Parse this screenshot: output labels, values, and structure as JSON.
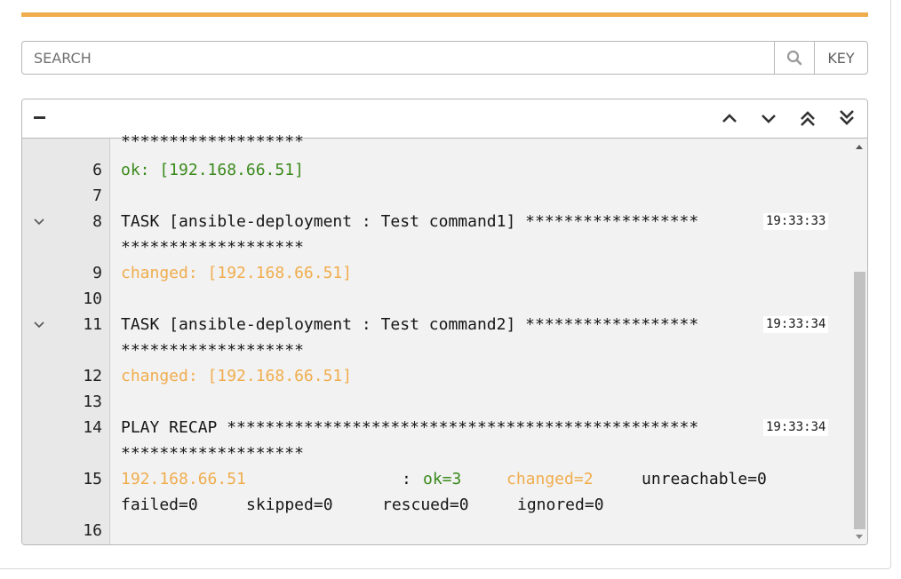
{
  "search": {
    "placeholder": "SEARCH",
    "key_label": "KEY"
  },
  "icons": {
    "search": "search-icon",
    "collapse": "minus-icon",
    "prev": "chevron-up-icon",
    "next": "chevron-down-icon",
    "first": "double-chevron-up-icon",
    "last": "double-chevron-down-icon"
  },
  "colors": {
    "accent": "#f0ad4e",
    "ok": "#3c8a1d",
    "changed": "#f0ad4e"
  },
  "output": {
    "lines": [
      {
        "num": "",
        "text": "*******************"
      },
      {
        "num": "6",
        "text": "ok: [192.168.66.51]"
      },
      {
        "num": "7",
        "text": ""
      },
      {
        "num": "8",
        "text": "TASK [ansible-deployment : Test command1] ******************",
        "time": "19:33:33"
      },
      {
        "num": "",
        "text": "*******************"
      },
      {
        "num": "9",
        "text": "changed: [192.168.66.51]"
      },
      {
        "num": "10",
        "text": ""
      },
      {
        "num": "11",
        "text": "TASK [ansible-deployment : Test command2] ******************",
        "time": "19:33:34"
      },
      {
        "num": "",
        "text": "*******************"
      },
      {
        "num": "12",
        "text": "changed: [192.168.66.51]"
      },
      {
        "num": "13",
        "text": ""
      },
      {
        "num": "14",
        "text": "PLAY RECAP *************************************************",
        "time": "19:33:34"
      },
      {
        "num": "",
        "text": "*******************"
      },
      {
        "num": "15",
        "recap": {
          "host": "192.168.66.51",
          "sep": ":",
          "ok": "ok=3",
          "changed": "changed=2",
          "unreachable": "unreachable=0"
        }
      },
      {
        "num": "",
        "recap2": {
          "failed": "failed=0",
          "skipped": "skipped=0",
          "rescued": "rescued=0",
          "ignored": "ignored=0"
        }
      },
      {
        "num": "16",
        "text": ""
      }
    ]
  }
}
